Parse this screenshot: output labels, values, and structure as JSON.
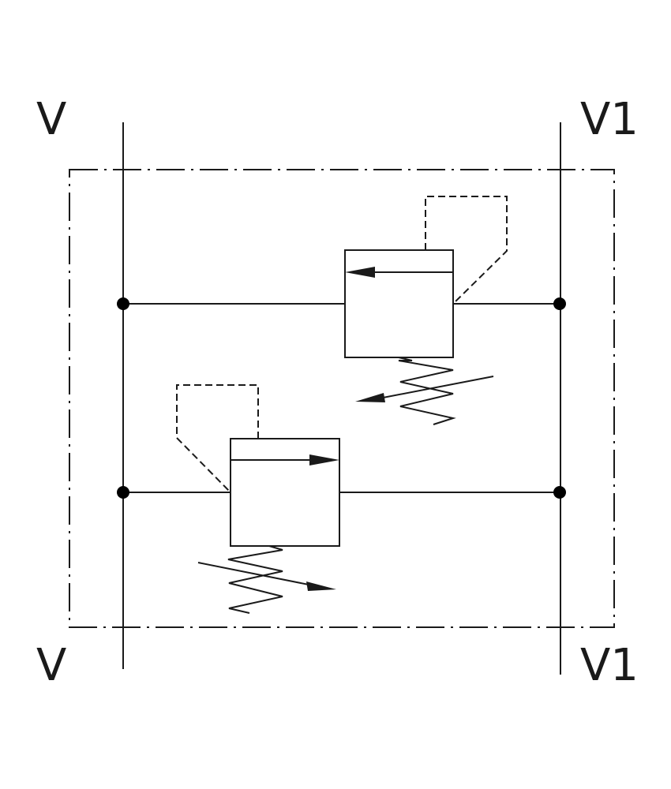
{
  "ports": {
    "left_top": "V",
    "right_top": "V1",
    "left_bottom": "V",
    "right_bottom": "V1"
  },
  "colors": {
    "line": "#1a1a1a",
    "background": "#ffffff"
  },
  "symbols": {
    "valves": [
      "relief-valve-upper",
      "relief-valve-lower"
    ],
    "boundary": "dash-dot-enclosure"
  }
}
